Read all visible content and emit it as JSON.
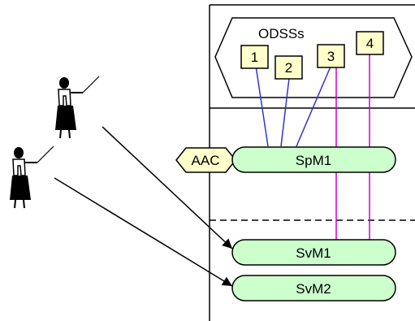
{
  "group": {
    "label": "ODSSs"
  },
  "boxes": [
    {
      "label": "1"
    },
    {
      "label": "2"
    },
    {
      "label": "3"
    },
    {
      "label": "4"
    }
  ],
  "tag": {
    "label": "AAC"
  },
  "pills": [
    {
      "label": "SpM1"
    },
    {
      "label": "SvM1"
    },
    {
      "label": "SvM2"
    }
  ],
  "colors": {
    "box_fill": "#ffffcc",
    "pill_fill": "#ccffcc",
    "blue_line": "#3333cc",
    "magenta_line": "#cc00cc",
    "stroke": "#000000"
  }
}
